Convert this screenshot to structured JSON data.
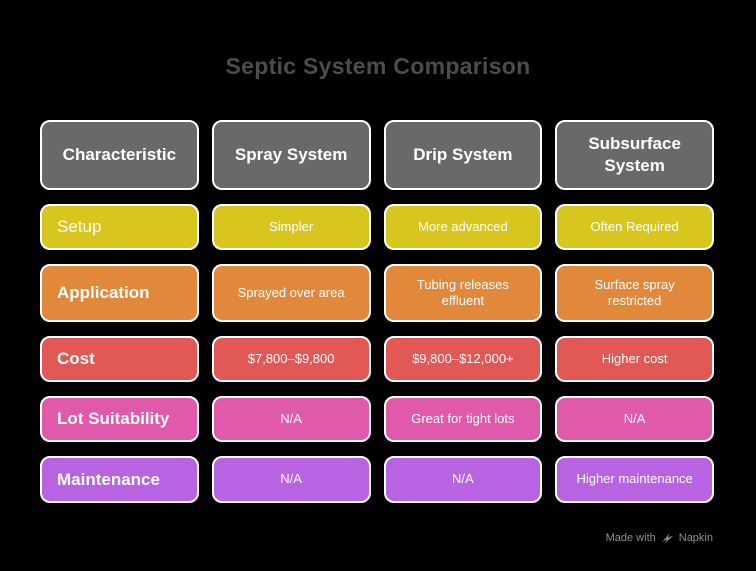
{
  "title": "Septic System Comparison",
  "colors": {
    "background": "#000000",
    "title": "#4c4c4c",
    "header": "#696969",
    "setup_row": "#d8c51e",
    "application_row": "#e1883a",
    "cost_row": "#e25855",
    "lot_suitability_row": "#e159aa",
    "maintenance_row": "#b863e2",
    "cell_border": "#ffffff",
    "cell_text": "#ffffff",
    "watermark": "#8f8f8f"
  },
  "table": {
    "header": {
      "color": "#696969",
      "cells": [
        "Characteristic",
        "Spray System",
        "Drip System",
        "Subsurface System"
      ]
    },
    "rows": [
      {
        "label": "Setup",
        "color": "#d8c51e",
        "values": [
          "Simpler",
          "More advanced",
          "Often Required"
        ]
      },
      {
        "label": "Application",
        "color": "#e1883a",
        "values": [
          "Sprayed over area",
          "Tubing releases effluent",
          "Surface spray restricted"
        ]
      },
      {
        "label": "Cost",
        "color": "#e25855",
        "values": [
          "$7,800–$9,800",
          "$9,800–$12,000+",
          "Higher cost"
        ]
      },
      {
        "label": "Lot Suitability",
        "color": "#e159aa",
        "values": [
          "N/A",
          "Great for tight lots",
          "N/A"
        ]
      },
      {
        "label": "Maintenance",
        "color": "#b863e2",
        "values": [
          "N/A",
          "N/A",
          "Higher maintenance"
        ]
      }
    ]
  },
  "watermark": {
    "prefix": "Made with",
    "brand": "Napkin"
  }
}
